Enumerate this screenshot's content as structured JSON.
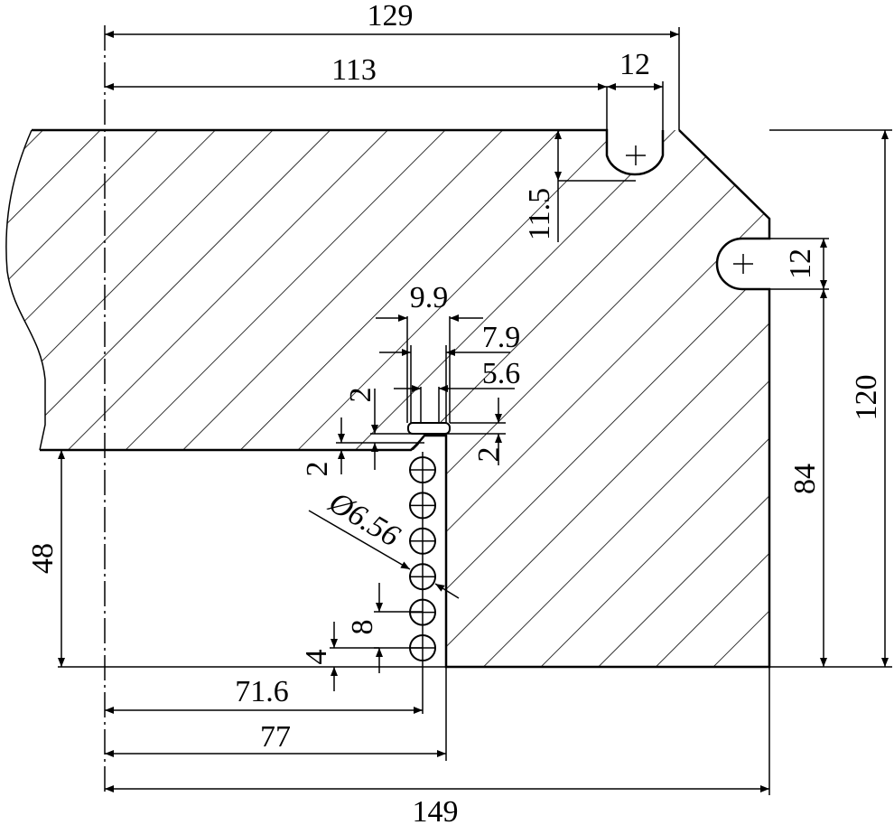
{
  "dimensions": {
    "overall_top": "129",
    "to_slot": "113",
    "slot_width_top": "12",
    "slot_depth": "11.5",
    "slot_width_side": "12",
    "groove_outer": "9.9",
    "groove_mid": "7.9",
    "groove_inner": "5.6",
    "groove_step_a": "2",
    "groove_step_b": "2",
    "groove_step_c": "2",
    "hole_diameter": "Ø6.56",
    "hole_pitch": "8",
    "hole_offset": "4",
    "step_height": "48",
    "right_height": "84",
    "total_height": "120",
    "hole_center_x": "71.6",
    "step_x": "77",
    "overall_bottom": "149"
  },
  "holes_count": 6
}
